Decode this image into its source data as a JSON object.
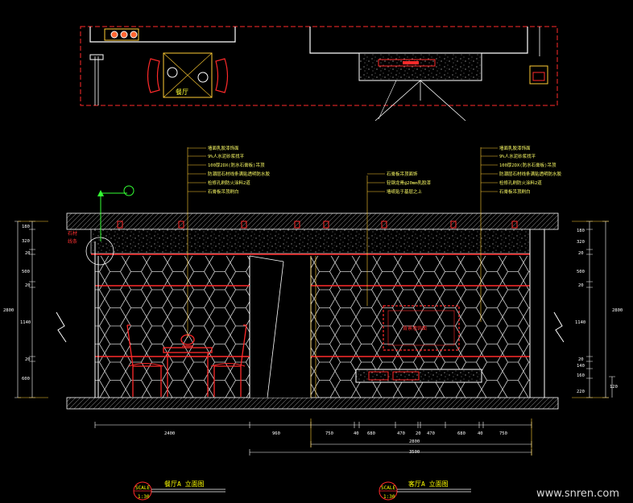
{
  "plan": {
    "room_label": "餐厅"
  },
  "notes_left": [
    "墙面乳胶漆饰面",
    "9%人水泥砂浆找平",
    "100厚2DX(防水石膏板)吊顶",
    "防潮层石材线条满贴透明防水胶",
    "检修孔刷防火涂料2道",
    "石膏板吊顶刷白"
  ],
  "notes_mid": [
    "石膏板吊顶面饰",
    "轻钢龙骨@20mm乳胶漆",
    "墙纸贴于基层之上"
  ],
  "notes_right": [
    "墙面乳胶漆饰面",
    "9%人水泥砂浆找平",
    "100厚2DX(防水石膏板)吊顶",
    "防潮层石材线条满贴透明防水胶",
    "检修孔刷防火涂料2道",
    "石膏板吊顶刷白"
  ],
  "left_marks": [
    "石材",
    "线条"
  ],
  "tv_label": "背景墙饰面",
  "dims_left": [
    "180",
    "320",
    "20",
    "500",
    "20",
    "1140",
    "20",
    "600"
  ],
  "dim_left_total": "2800",
  "dims_right": [
    "180",
    "320",
    "20",
    "500",
    "20",
    "1140",
    "20",
    "140",
    "160",
    "220"
  ],
  "dim_right_total": "2800",
  "dim_side_extra": "120",
  "dims_bottom": [
    "2400",
    "960",
    "750",
    "40",
    "680",
    "470",
    "20",
    "470",
    "680",
    "40",
    "750"
  ],
  "dim_bottom_sub": "2800",
  "dim_bottom_total": "3500",
  "title_left": "餐厅A 立面图",
  "title_right": "客厅A 立面图",
  "scale_word": "SCALE",
  "scale_value": "1:30",
  "watermark": "www.snren.com"
}
